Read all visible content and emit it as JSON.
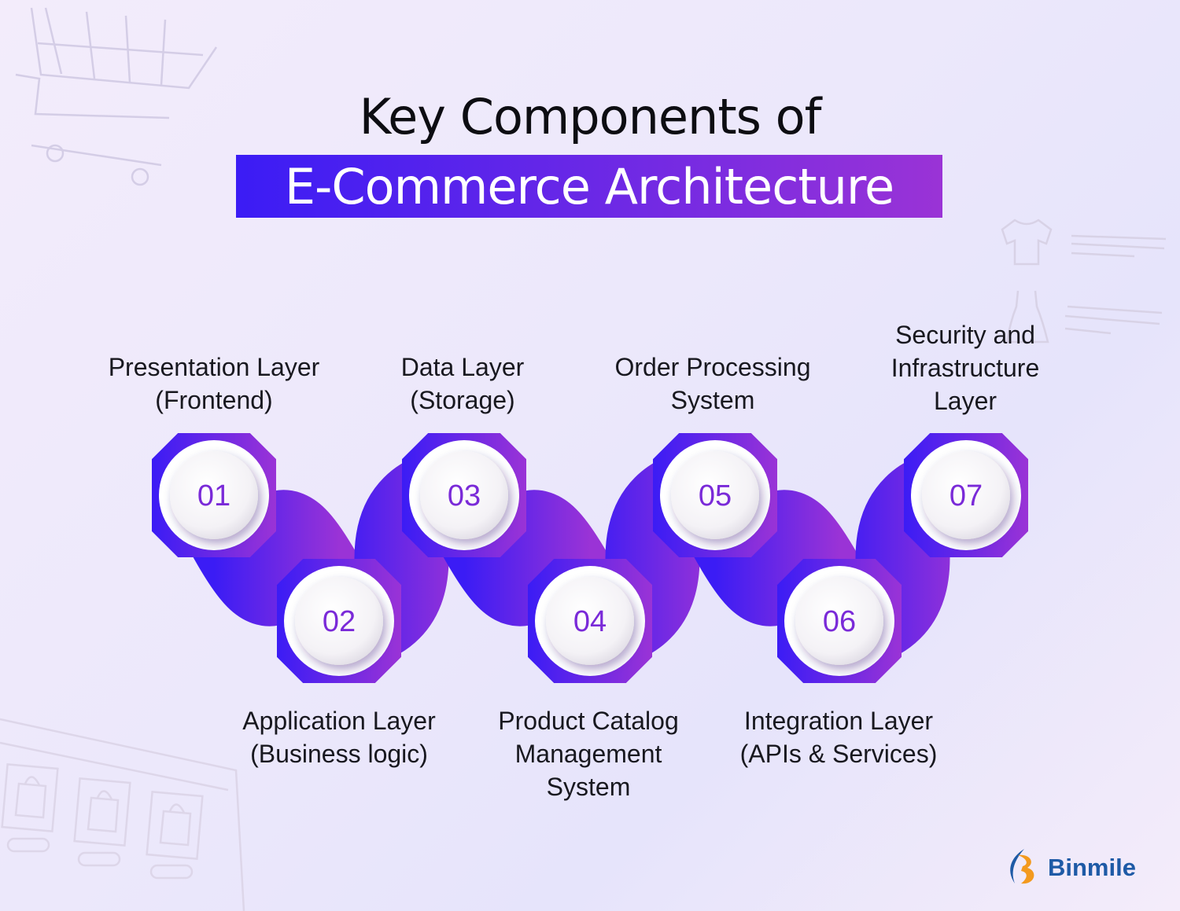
{
  "title": {
    "line1": "Key Components of",
    "line2": "E-Commerce Architecture"
  },
  "colors": {
    "gradient_start": "#3b1cf5",
    "gradient_end": "#9a33d6",
    "number_text": "#7a2ad8",
    "label_text": "#18181f",
    "brand_blue": "#1e5aa6",
    "brand_orange": "#f39a1e"
  },
  "steps": [
    {
      "number": "01",
      "lines": [
        "Presentation Layer",
        "(Frontend)"
      ]
    },
    {
      "number": "02",
      "lines": [
        "Application Layer",
        "(Business logic)"
      ]
    },
    {
      "number": "03",
      "lines": [
        "Data Layer",
        "(Storage)"
      ]
    },
    {
      "number": "04",
      "lines": [
        "Product Catalog",
        "Management",
        "System"
      ]
    },
    {
      "number": "05",
      "lines": [
        "Order Processing",
        "System"
      ]
    },
    {
      "number": "06",
      "lines": [
        "Integration Layer",
        "(APIs & Services)"
      ]
    },
    {
      "number": "07",
      "lines": [
        "Security and",
        "Infrastructure",
        "Layer"
      ]
    }
  ],
  "brand": {
    "name": "Binmile",
    "icon": "binmile-logo-icon"
  },
  "decorations": [
    "shopping-cart-icon",
    "tshirt-icon",
    "dress-icon",
    "shopping-bag-icon"
  ]
}
